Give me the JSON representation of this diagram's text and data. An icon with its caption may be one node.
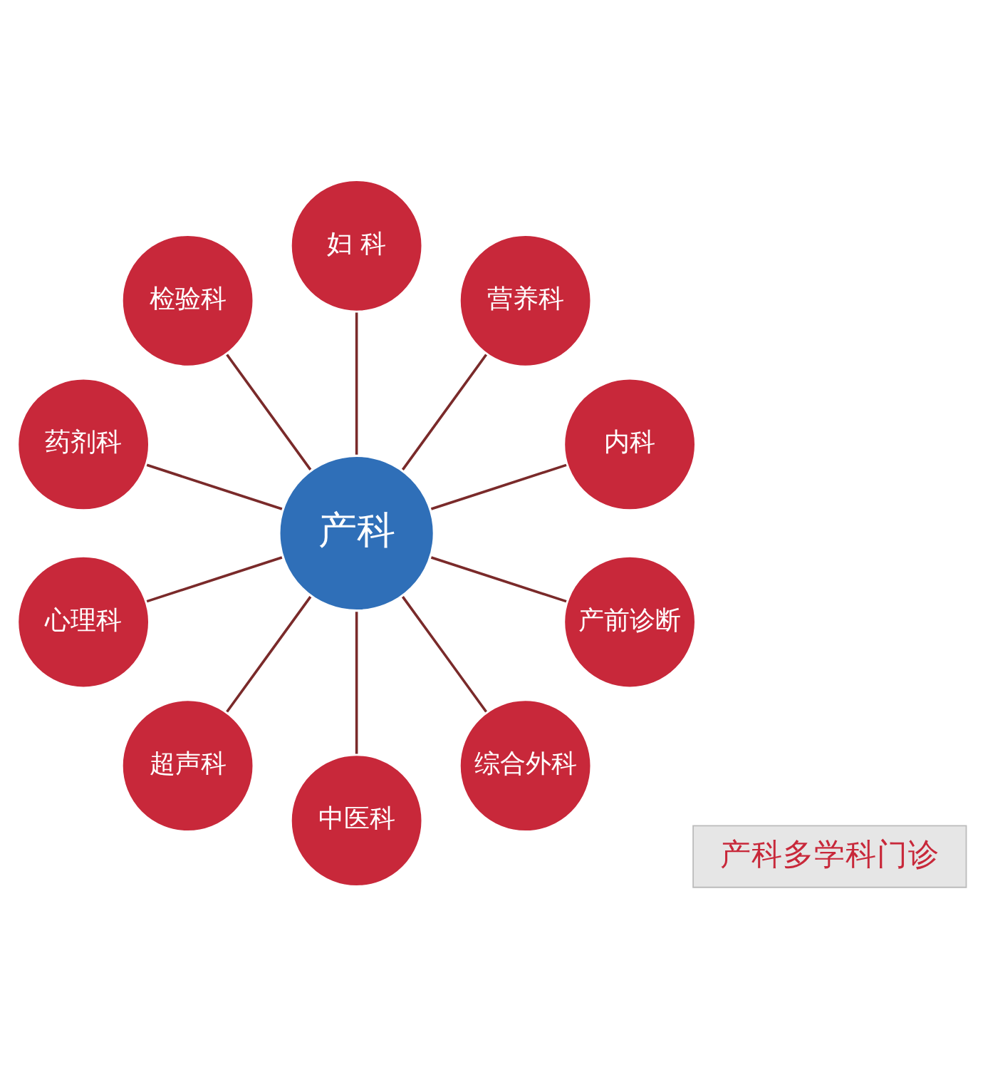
{
  "diagram": {
    "nodes": [
      {
        "text": [
          "产科"
        ]
      },
      {
        "text": [
          "内科"
        ]
      },
      {
        "text": [
          "营养科"
        ]
      },
      {
        "text": [
          "妇 科"
        ]
      },
      {
        "text": [
          "检验科"
        ]
      },
      {
        "text": [
          "药剂科"
        ]
      },
      {
        "text": [
          "心理科"
        ]
      },
      {
        "text": [
          "超声科"
        ]
      },
      {
        "text": [
          "中医科"
        ]
      },
      {
        "text": [
          "综合外科"
        ]
      },
      {
        "text": [
          "产前诊断"
        ]
      },
      {
        "text": [
          "产科多学科门诊"
        ]
      }
    ],
    "edges": [
      {
        "from": 0,
        "to": 1,
        "arrow": "none"
      },
      {
        "from": 0,
        "to": 2,
        "arrow": "none"
      },
      {
        "from": 0,
        "to": 3,
        "arrow": "none"
      },
      {
        "from": 0,
        "to": 4,
        "arrow": "none"
      },
      {
        "from": 0,
        "to": 5,
        "arrow": "none"
      },
      {
        "from": 0,
        "to": 6,
        "arrow": "none"
      },
      {
        "from": 0,
        "to": 7,
        "arrow": "none"
      },
      {
        "from": 0,
        "to": 8,
        "arrow": "none"
      },
      {
        "from": 0,
        "to": 9,
        "arrow": "none"
      },
      {
        "from": 0,
        "to": 10,
        "arrow": "none"
      }
    ]
  }
}
